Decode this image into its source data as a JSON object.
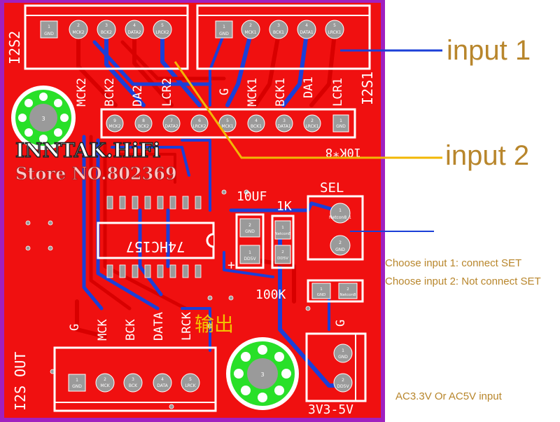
{
  "board": {
    "colors": {
      "pcb": "#f01010",
      "trace_red": "#d80000",
      "trace_blue": "#1b3fd8",
      "silk": "#ffffff",
      "pad": "#9a9a9a",
      "via": "#28e028",
      "border": "#a020c0"
    },
    "watermark": {
      "brand": "INNTAK.HiFi",
      "store": "Store NO.802369"
    },
    "connectors": {
      "i2s2": {
        "label": "I2S2",
        "pins": [
          {
            "num": "1",
            "name": "GND"
          },
          {
            "num": "2",
            "name": "MCK2"
          },
          {
            "num": "3",
            "name": "BCK2"
          },
          {
            "num": "4",
            "name": "DATA2"
          },
          {
            "num": "5",
            "name": "LRCK2"
          }
        ],
        "silk": [
          "MCK2",
          "BCK2",
          "DA2",
          "LCR2"
        ]
      },
      "i2s1": {
        "label": "I2S1",
        "pins": [
          {
            "num": "1",
            "name": "GND"
          },
          {
            "num": "2",
            "name": "MCK1"
          },
          {
            "num": "3",
            "name": "BCK1"
          },
          {
            "num": "4",
            "name": "DATA1"
          },
          {
            "num": "5",
            "name": "LRCK1"
          }
        ],
        "silk": [
          "G",
          "MCK1",
          "BCK1",
          "DA1",
          "LCR1"
        ]
      },
      "i2s_out": {
        "label": "I2S OUT",
        "pins": [
          {
            "num": "1",
            "name": "GND"
          },
          {
            "num": "2",
            "name": "MCK"
          },
          {
            "num": "3",
            "name": "BCK"
          },
          {
            "num": "4",
            "name": "DATA"
          },
          {
            "num": "5",
            "name": "LRCK"
          }
        ],
        "silk": [
          "G",
          "MCK",
          "BCK",
          "DATA",
          "LRCK"
        ],
        "chinese_label": "输出"
      },
      "header": {
        "pins": [
          "MCK2",
          "BCK2",
          "DATA2",
          "LRCK2",
          "MCK1",
          "BCK1",
          "DATA1",
          "LRCK1",
          "GND"
        ],
        "nums": [
          "9",
          "8",
          "7",
          "6",
          "5",
          "4",
          "3",
          "2",
          "1"
        ],
        "silk": "10K*8"
      },
      "sel": {
        "label": "SEL",
        "pins": [
          {
            "num": "1",
            "name": "Netcon8_1"
          },
          {
            "num": "2",
            "name": "GND"
          }
        ]
      },
      "power": {
        "label": "3V3-5V",
        "silk_g": "G",
        "pins": [
          {
            "num": "1",
            "name": "GND"
          },
          {
            "num": "2",
            "name": "DD5V"
          }
        ]
      }
    },
    "components": {
      "ic": "74HC157",
      "cap": "10UF",
      "cap_plus": "+",
      "r_1k": "1K",
      "r_100k": "100K",
      "cap_pads": [
        {
          "num": "2",
          "name": "GND"
        },
        {
          "num": "1",
          "name": "DD5V"
        }
      ],
      "r1k_pads": [
        {
          "num": "1",
          "name": "Netcon8"
        },
        {
          "num": "2",
          "name": "DD5V"
        }
      ],
      "r100k_pads": [
        {
          "num": "1",
          "name": "GND"
        },
        {
          "num": "2",
          "name": "Netcon8"
        }
      ]
    },
    "mount_hole_num": "3"
  },
  "annotations": {
    "input1": {
      "text": "input 1",
      "color": "#1b3fd8"
    },
    "input2": {
      "text": "input 2",
      "color": "#f2b705"
    },
    "sel_line_color": "#1b3fd8",
    "choose1": "Choose input 1: connect SET",
    "choose2": "Choose input 2: Not connect SET",
    "power_note": "AC3.3V Or AC5V input"
  }
}
